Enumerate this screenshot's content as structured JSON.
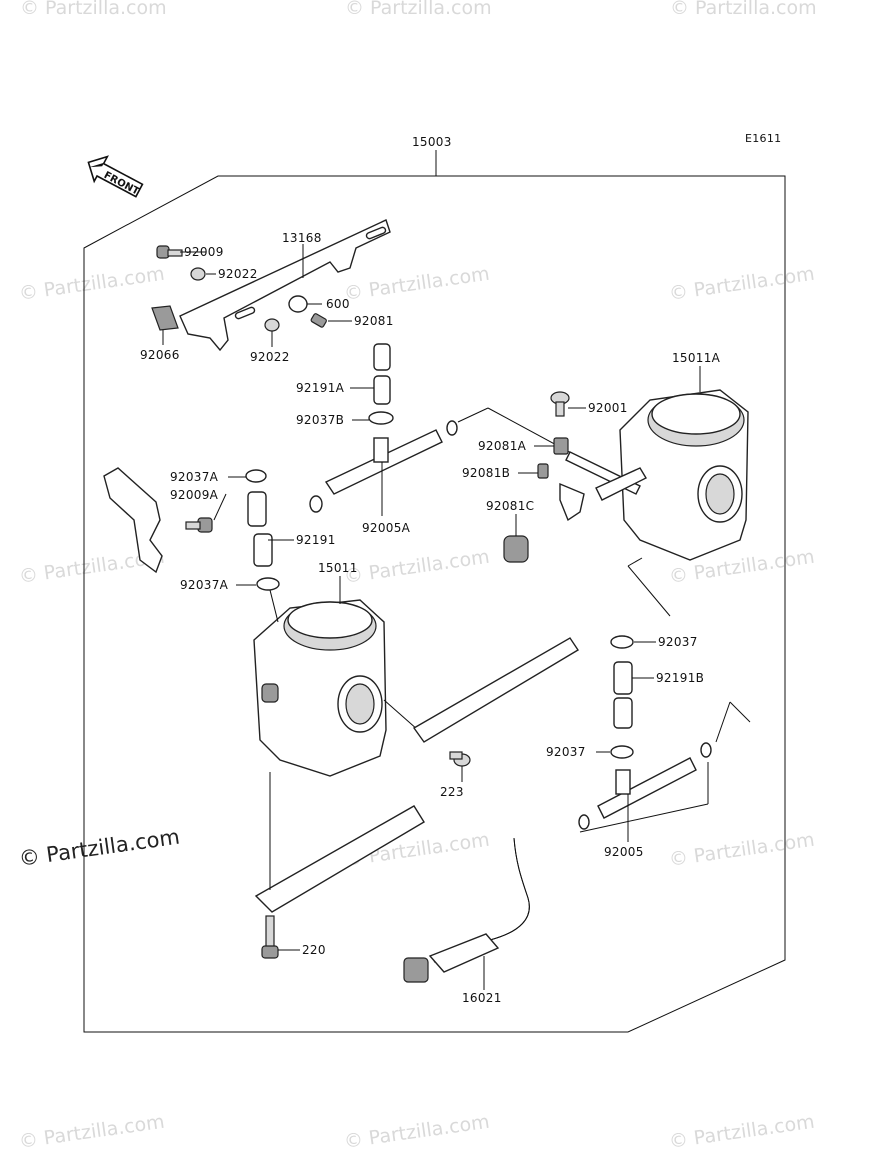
{
  "figure": {
    "code": "E1611"
  },
  "front_label": "FRONT",
  "watermark": {
    "text": "© Partzilla.com",
    "prominent_text": "© Partzilla.com"
  },
  "parts": [
    {
      "id": "p15003",
      "number": "15003"
    },
    {
      "id": "p13168",
      "number": "13168"
    },
    {
      "id": "p92009",
      "number": "92009"
    },
    {
      "id": "p92022a",
      "number": "92022"
    },
    {
      "id": "p600",
      "number": "600"
    },
    {
      "id": "p92081",
      "number": "92081"
    },
    {
      "id": "p92066",
      "number": "92066"
    },
    {
      "id": "p92022b",
      "number": "92022"
    },
    {
      "id": "p15011a",
      "number": "15011A"
    },
    {
      "id": "p92191a",
      "number": "92191A"
    },
    {
      "id": "p92001",
      "number": "92001"
    },
    {
      "id": "p92037b",
      "number": "92037B"
    },
    {
      "id": "p92081a",
      "number": "92081A"
    },
    {
      "id": "p92081b",
      "number": "92081B"
    },
    {
      "id": "p92037a1",
      "number": "92037A"
    },
    {
      "id": "p92009a",
      "number": "92009A"
    },
    {
      "id": "p92005a",
      "number": "92005A"
    },
    {
      "id": "p92081c",
      "number": "92081C"
    },
    {
      "id": "p92191",
      "number": "92191"
    },
    {
      "id": "p15011",
      "number": "15011"
    },
    {
      "id": "p92037a2",
      "number": "92037A"
    },
    {
      "id": "p92037a",
      "number": "92037"
    },
    {
      "id": "p92191b",
      "number": "92191B"
    },
    {
      "id": "p92037b2",
      "number": "92037"
    },
    {
      "id": "p223",
      "number": "223"
    },
    {
      "id": "p92005",
      "number": "92005"
    },
    {
      "id": "p220",
      "number": "220"
    },
    {
      "id": "p16021",
      "number": "16021"
    }
  ]
}
